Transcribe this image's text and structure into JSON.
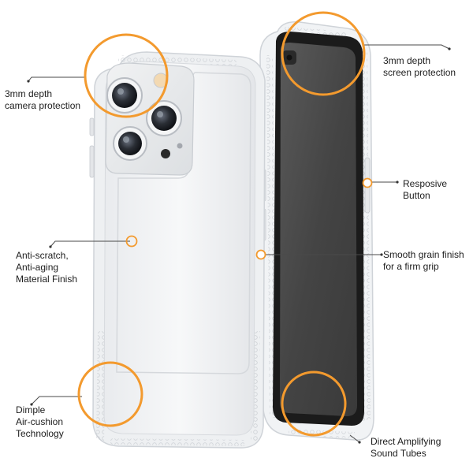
{
  "accent_color": "#f39a2e",
  "features": [
    {
      "id": "camera",
      "text": "3mm depth\ncamera protection"
    },
    {
      "id": "screen",
      "text": "3mm depth\nscreen protection"
    },
    {
      "id": "button",
      "text": "Resposive\nButton"
    },
    {
      "id": "material",
      "text": "Anti-scratch,\nAnti-aging\nMaterial Finish"
    },
    {
      "id": "grip",
      "text": "Smooth grain finish\nfor a firm grip"
    },
    {
      "id": "dimple",
      "text": "Dimple\nAir-cushion\nTechnology"
    },
    {
      "id": "sound",
      "text": "Direct Amplifying\nSound Tubes"
    }
  ]
}
